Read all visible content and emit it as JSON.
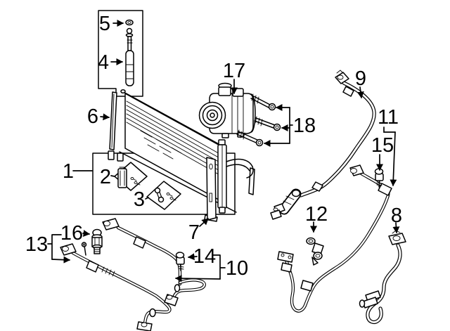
{
  "page": {
    "background": "#ffffff",
    "art_color": "#000000"
  },
  "diagram": {
    "type": "exploded-parts-diagram",
    "callouts": {
      "c1": "1",
      "c2": "2",
      "c3": "3",
      "c4": "4",
      "c5": "5",
      "c6": "6",
      "c7": "7",
      "c8": "8",
      "c9": "9",
      "c10": "10",
      "c11": "11",
      "c12": "12",
      "c13": "13",
      "c14": "14",
      "c15": "15",
      "c16": "16",
      "c17": "17",
      "c18": "18"
    }
  }
}
